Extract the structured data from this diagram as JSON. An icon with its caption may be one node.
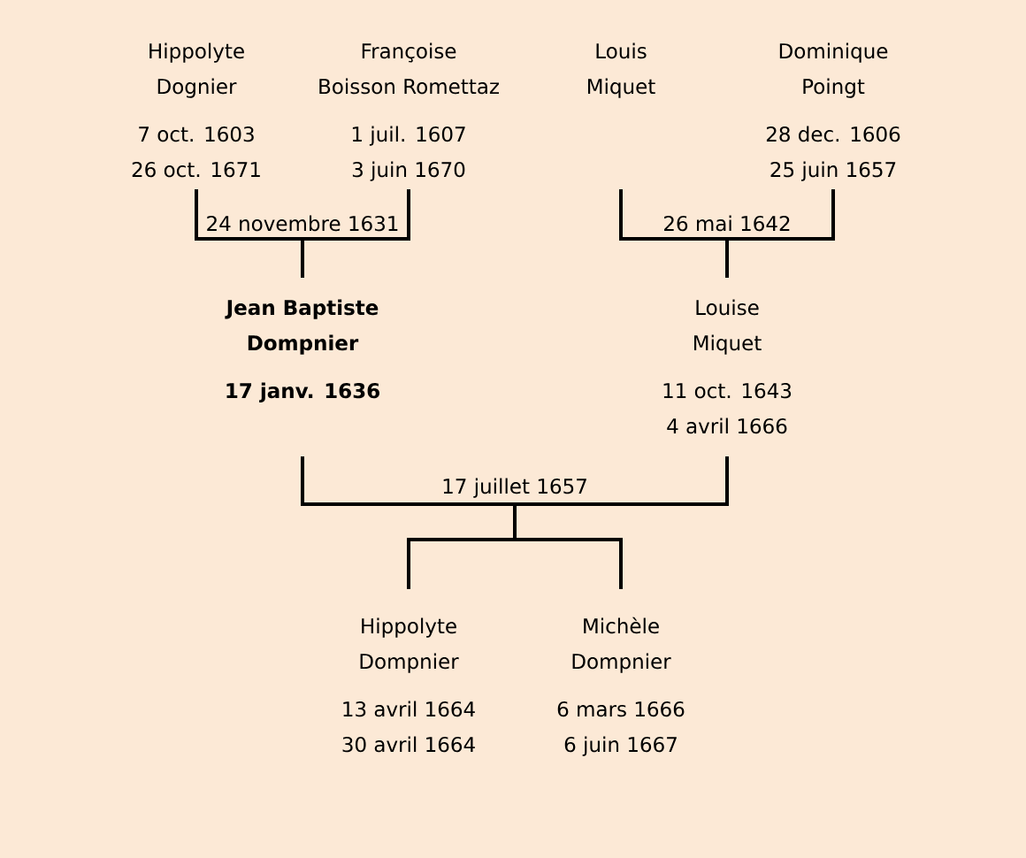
{
  "diagram": {
    "nodes": [
      {
        "text": [
          "Hippolyte",
          "Dognier",
          "7 oct. 1603",
          "26 oct. 1671"
        ]
      },
      {
        "text": [
          "Françoise",
          "Boisson Romettaz",
          "1 juil. 1607",
          "3 juin 1670"
        ]
      },
      {
        "text": [
          "Louis",
          "Miquet"
        ]
      },
      {
        "text": [
          "Dominique",
          "Poingt",
          "28 dec. 1606",
          "25 juin 1657"
        ]
      },
      {
        "text": [
          "Jean Baptiste",
          "Dompnier",
          "17 janv. 1636"
        ]
      },
      {
        "text": [
          "Louise",
          "Miquet",
          "11 oct. 1643",
          "4 avril 1666"
        ]
      },
      {
        "text": [
          "Hippolyte",
          "Dompnier",
          "13 avril 1664",
          "30 avril 1664"
        ]
      },
      {
        "text": [
          "Michèle",
          "Dompnier",
          "6 mars 1666",
          "6 juin 1667"
        ]
      }
    ],
    "edges": [
      {
        "from": 0,
        "to": 4,
        "arrow": "none",
        "label": "24 novembre 1631"
      },
      {
        "from": 1,
        "to": 4,
        "arrow": "none"
      },
      {
        "from": 2,
        "to": 5,
        "arrow": "none",
        "label": "26 mai 1642"
      },
      {
        "from": 3,
        "to": 5,
        "arrow": "none"
      },
      {
        "from": 4,
        "to": 6,
        "arrow": "none",
        "label": "17 juillet 1657"
      },
      {
        "from": 4,
        "to": 7,
        "arrow": "none"
      },
      {
        "from": 5,
        "to": 6,
        "arrow": "none"
      },
      {
        "from": 5,
        "to": 7,
        "arrow": "none"
      }
    ]
  }
}
